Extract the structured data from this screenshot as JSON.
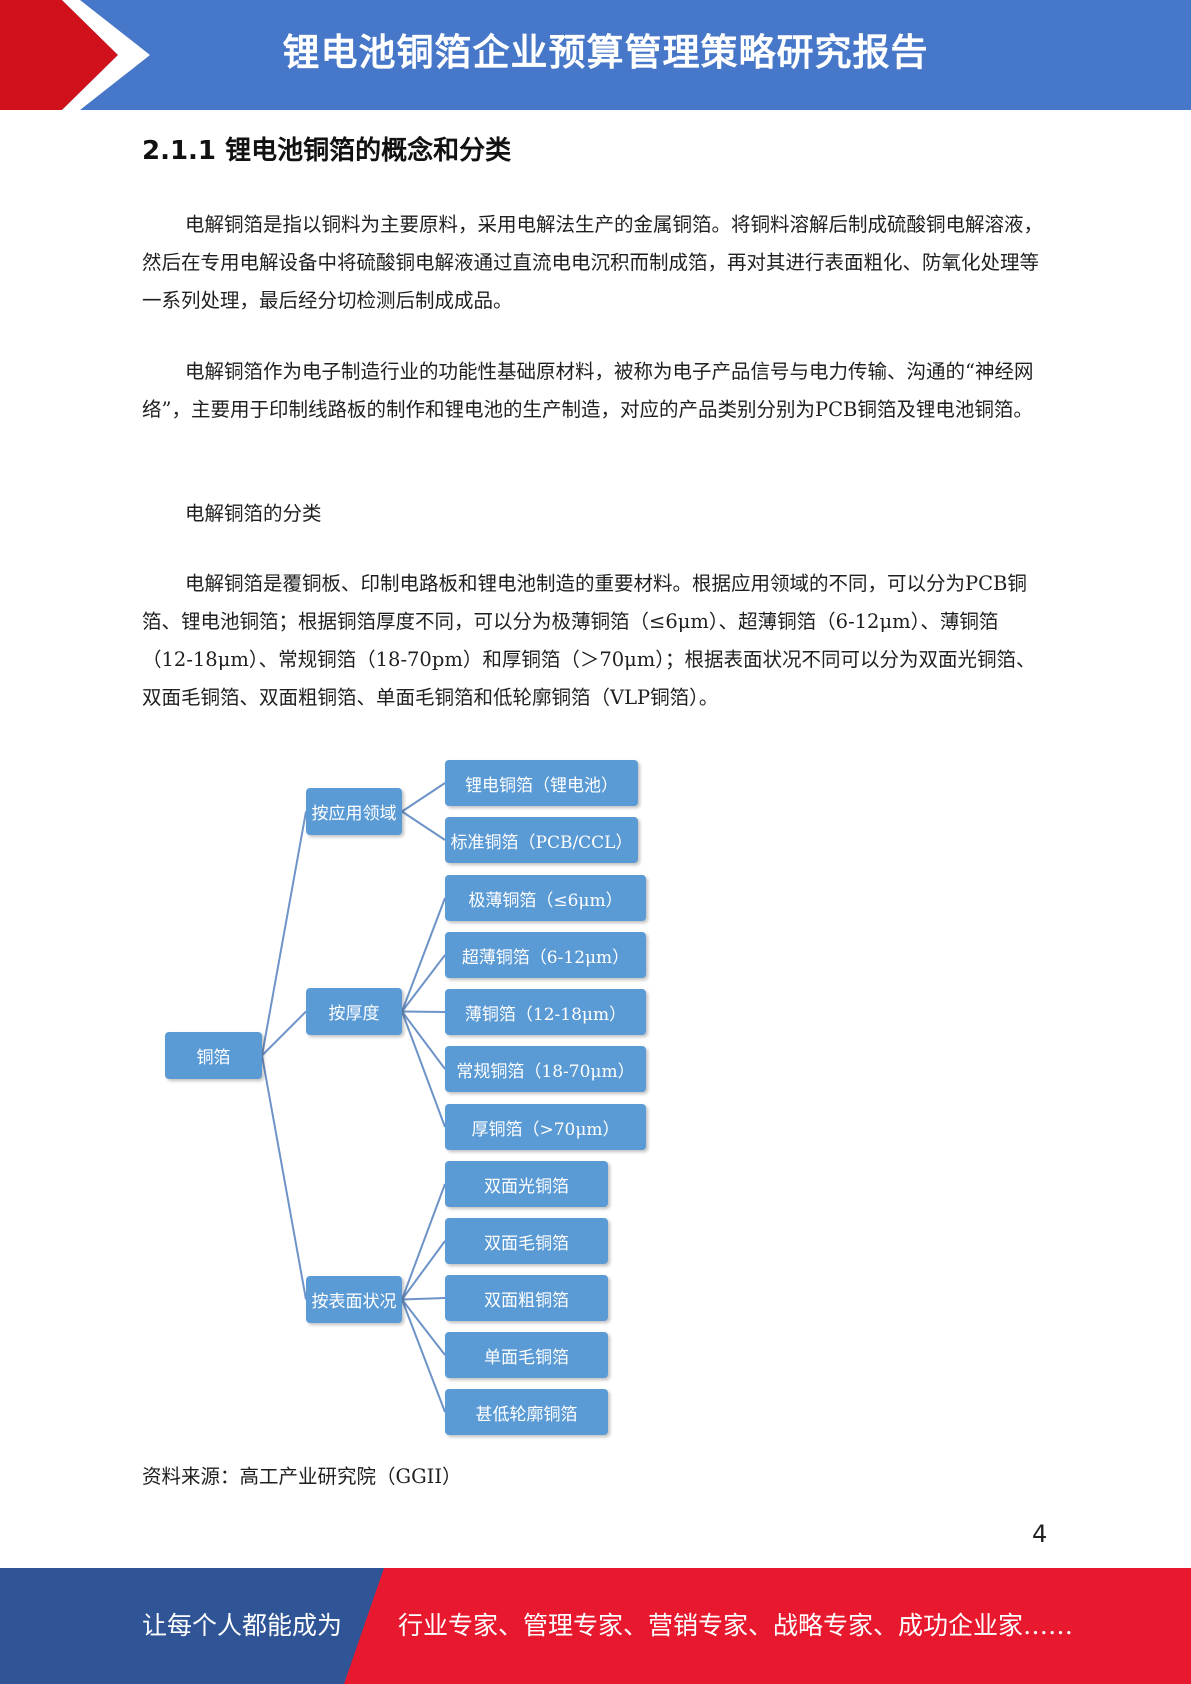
{
  "header": {
    "title": "锂电池铜箔企业预算管理策略研究报告",
    "accent_color": "#d0101a",
    "bar_color": "#4777c8"
  },
  "section": {
    "title": "2.1.1 锂电池铜箔的概念和分类"
  },
  "body": {
    "p1": "电解铜箔是指以铜料为主要原料，采用电解法生产的金属铜箔。将铜料溶解后制成硫酸铜电解溶液，然后在专用电解设备中将硫酸铜电解液通过直流电电沉积而制成箔，再对其进行表面粗化、防氧化处理等一系列处理，最后经分切检测后制成成品。",
    "p2": "电解铜箔作为电子制造行业的功能性基础原材料，被称为电子产品信号与电力传输、沟通的“神经网络”，主要用于印制线路板的制作和锂电池的生产制造，对应的产品类别分别为PCB铜箔及锂电池铜箔。",
    "p3": "电解铜箔的分类",
    "p4": "电解铜箔是覆铜板、印制电路板和锂电池制造的重要材料。根据应用领域的不同，可以分为PCB铜箔、锂电池铜箔；根据铜箔厚度不同，可以分为极薄铜箔（≤6μm）、超薄铜箔（6-12μm）、薄铜箔（12-18μm）、常规铜箔（18-70pm）和厚铜箔（＞70μm）；根据表面状况不同可以分为双面光铜箔、双面毛铜箔、双面粗铜箔、单面毛铜箔和低轮廓铜箔（VLP铜箔）。"
  },
  "diagram": {
    "root": "铜箔",
    "node_color": "#5b9bd5",
    "categories": [
      {
        "label": "按应用领域",
        "children": [
          "锂电铜箔（锂电池）",
          "标准铜箔（PCB/CCL）"
        ]
      },
      {
        "label": "按厚度",
        "children": [
          "极薄铜箔（≤6μm）",
          "超薄铜箔（6-12μm）",
          "薄铜箔（12-18μm）",
          "常规铜箔（18-70μm）",
          "厚铜箔（>70μm）"
        ]
      },
      {
        "label": "按表面状况",
        "children": [
          "双面光铜箔",
          "双面毛铜箔",
          "双面粗铜箔",
          "单面毛铜箔",
          "甚低轮廓铜箔"
        ]
      }
    ]
  },
  "source": "资料来源：高工产业研究院（GGII）",
  "page_number": "4",
  "footer": {
    "left_text": "让每个人都能成为",
    "right_text": "行业专家、管理专家、营销专家、战略专家、成功企业家……",
    "left_color": "#2f5597",
    "right_color": "#e8192e"
  }
}
